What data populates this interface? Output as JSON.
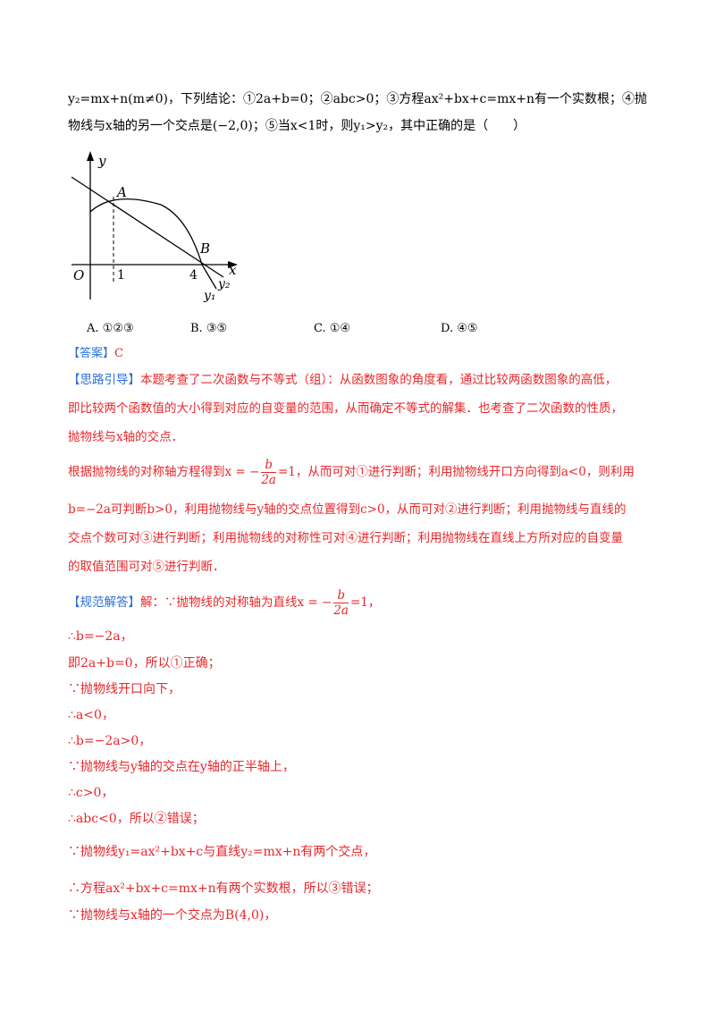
{
  "question": {
    "line1": "y₂=mx+n(m≠0)，下列结论：①2a+b=0；②abc>0；③方程ax²+bx+c=mx+n有一个实数根；④抛",
    "line2": "物线与x轴的另一个交点是(−2,0)；⑤当x<1时，则y₁>y₂，其中正确的是（　　）"
  },
  "figure": {
    "y_axis_label": "y",
    "x_axis_label": "x",
    "origin_label": "O",
    "point_a": "A",
    "point_b": "B",
    "tick_1": "1",
    "tick_4": "4",
    "line_label": "y₂",
    "parabola_label": "y₁"
  },
  "options": [
    {
      "letter": "A.",
      "text": "①②③"
    },
    {
      "letter": "B.",
      "text": "③⑤"
    },
    {
      "letter": "C.",
      "text": "①④"
    },
    {
      "letter": "D.",
      "text": "④⑤"
    }
  ],
  "answer": {
    "tag": "【答案】",
    "value": "C"
  },
  "analysis": {
    "tag": "【思路引导】",
    "p1_line1": "本题考查了二次函数与不等式（组）：从函数图象的角度看，通过比较两函数图象的高低，",
    "p1_line2": "即比较两个函数值的大小得到对应的自变量的范围，从而确定不等式的解集．也考查了二次函数的性质，",
    "p1_line3": "抛物线与x轴的交点．",
    "p2_line1_a": "根据抛物线的对称轴方程得到x = −",
    "frac_num": "b",
    "frac_den": "2a",
    "p2_line1_b": "=1，从而可对①进行判断；利用抛物线开口方向得到a<0，则利用",
    "p2_line2": "b=−2a可判断b>0，利用抛物线与y轴的交点位置得到c>0，从而可对②进行判断；利用抛物线与直线的",
    "p2_line3": "交点个数可对③进行判断；利用抛物线的对称性可对④进行判断；利用抛物线在直线上方所对应的自变量",
    "p2_line4": "的取值范围可对⑤进行判断．"
  },
  "solution": {
    "tag": "【规范解答】",
    "l1_a": "解：∵抛物线的对称轴为直线x = −",
    "l1_num": "b",
    "l1_den": "2a",
    "l1_b": "=1，",
    "l2": "∴b=−2a，",
    "l3": "即2a+b=0，所以①正确；",
    "l4": "∵抛物线开口向下，",
    "l5": "∴a<0，",
    "l6": "∴b=−2a>0，",
    "l7": "∵抛物线与y轴的交点在y轴的正半轴上，",
    "l8": "∴c>0，",
    "l9": "∴abc<0，所以②错误；",
    "l10": "∵抛物线y₁=ax²+bx+c与直线y₂=mx+n有两个交点，",
    "l11": "∴方程ax²+bx+c=mx+n有两个实数根，所以③错误；",
    "l12": "∵抛物线与x轴的一个交点为B(4,0)，"
  }
}
